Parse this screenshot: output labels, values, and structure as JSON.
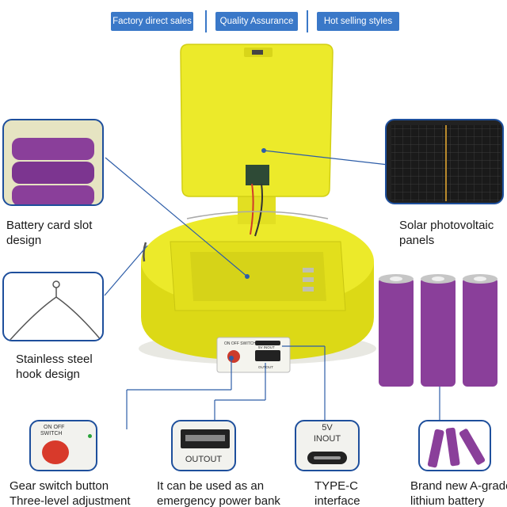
{
  "tags": [
    "Factory direct sales",
    "Quality Assurance",
    "Hot selling styles"
  ],
  "features": {
    "battery_slot": [
      "Battery card slot",
      "design"
    ],
    "solar": [
      "Solar photovoltaic",
      "panels"
    ],
    "hook": [
      "Stainless steel",
      "hook design"
    ],
    "switch": [
      "Gear switch button",
      "Three-level adjustment"
    ],
    "power_bank": [
      "It can be used as an",
      "emergency power bank"
    ],
    "typec": [
      "TYPE-C",
      "interface"
    ],
    "battery": [
      "Brand new A-grade",
      "lithium battery"
    ]
  },
  "device_text": {
    "switch_label": "ON OFF SWITCH",
    "port_top": "5V INOUT",
    "port_bottom": "OUTOUT",
    "switch_inset_line1": "ON OFF",
    "switch_inset_line2": "SWITCH",
    "usb_inset": "OUTOUT",
    "typec_inset_line1": "5V",
    "typec_inset_line2": "INOUT"
  },
  "colors": {
    "accent": "#3a78c8",
    "frame": "#1e4f9c",
    "device_yellow": "#e8e61e",
    "battery_purple": "#8a3f9a"
  }
}
